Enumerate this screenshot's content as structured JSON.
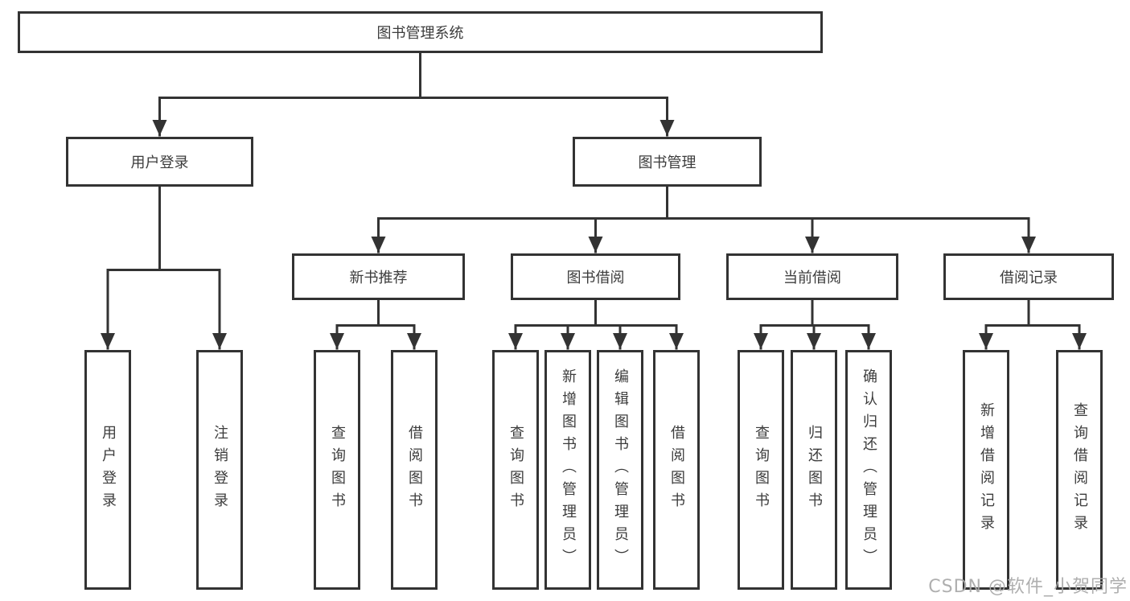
{
  "diagram": {
    "root": {
      "label": "图书管理系统"
    },
    "user_login_branch": {
      "label": "用户登录",
      "children": [
        "用户登录",
        "注销登录"
      ]
    },
    "book_management_branch": {
      "label": "图书管理",
      "sections": [
        {
          "label": "新书推荐",
          "children": [
            "查询图书",
            "借阅图书"
          ]
        },
        {
          "label": "图书借阅",
          "children": [
            "查询图书",
            "新增图书（管理员）",
            "编辑图书（管理员）",
            "借阅图书"
          ]
        },
        {
          "label": "当前借阅",
          "children": [
            "查询图书",
            "归还图书",
            "确认归还（管理员）"
          ]
        },
        {
          "label": "借阅记录",
          "children": [
            "新增借阅记录",
            "查询借阅记录"
          ]
        }
      ]
    }
  },
  "watermark": "CSDN @软件_小贺同学",
  "colors": {
    "line": "#333333",
    "node_border": "#333333",
    "text": "#3c3c3c",
    "watermark": "#a8a8a8",
    "background": "#ffffff"
  }
}
